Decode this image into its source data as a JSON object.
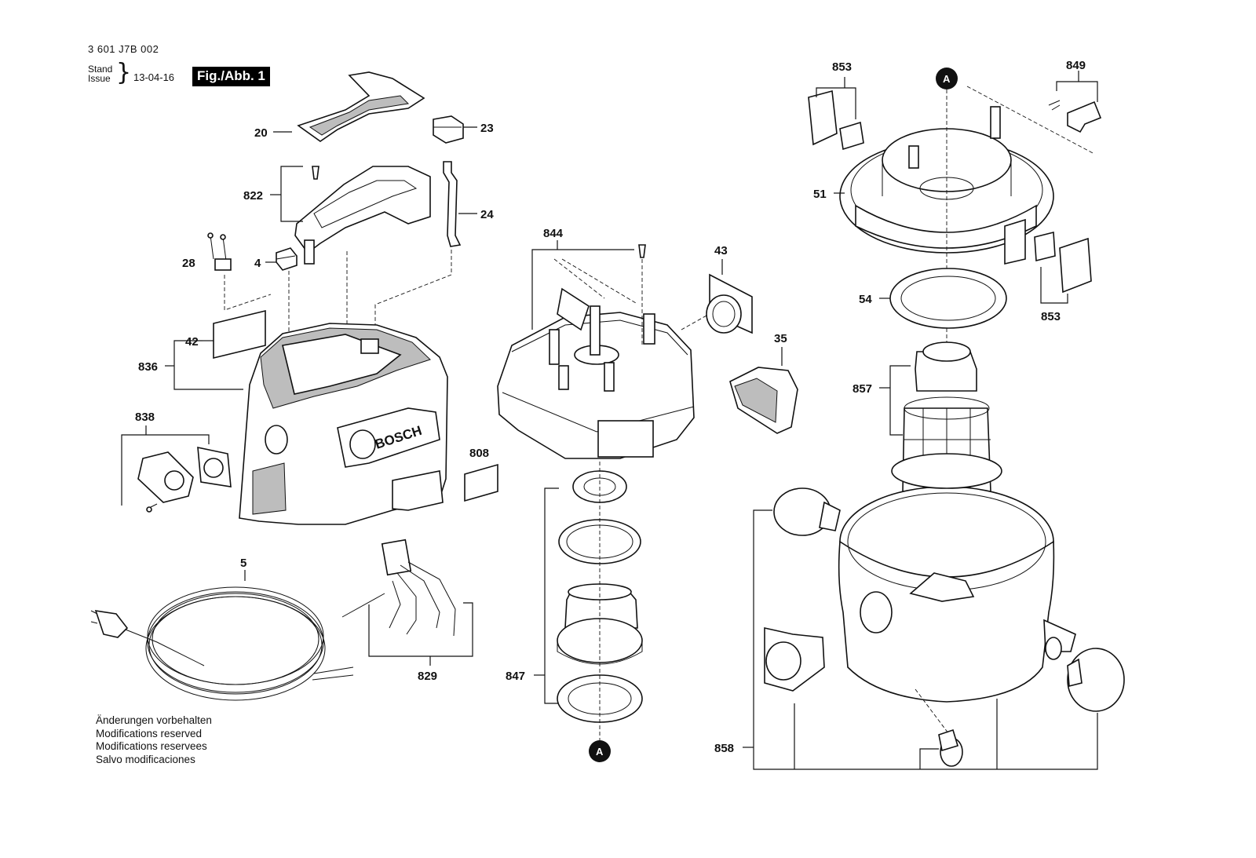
{
  "header": {
    "doc_number": "3 601 J7B 002",
    "stand_issue_label": "Stand\nIssue",
    "brace": "}",
    "issue_date": "13-04-16",
    "figure_label": "Fig./Abb. 1"
  },
  "notes": [
    "Änderungen vorbehalten",
    "Modifications reserved",
    "Modifications reservees",
    "Salvo modificaciones"
  ],
  "brand_text": "BOSCH",
  "parts": {
    "p20": "20",
    "p23": "23",
    "p822": "822",
    "p24": "24",
    "p28": "28",
    "p4": "4",
    "p42": "42",
    "p836": "836",
    "p838": "838",
    "p808": "808",
    "p5": "5",
    "p829": "829",
    "p844": "844",
    "p43": "43",
    "p35": "35",
    "p847": "847",
    "p853a": "853",
    "p849": "849",
    "p51": "51",
    "p54": "54",
    "p853b": "853",
    "p857": "857",
    "p858": "858"
  },
  "ref_markers": {
    "top": "A",
    "bottom": "A"
  }
}
